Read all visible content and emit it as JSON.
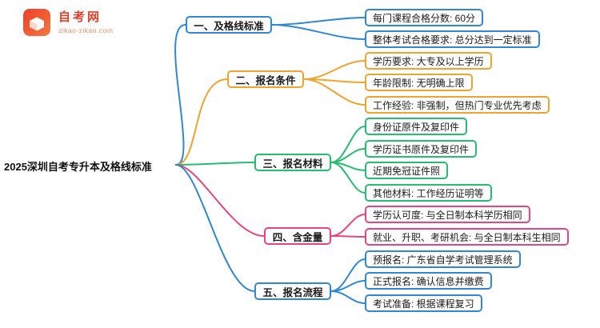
{
  "logo": {
    "title": "自考网",
    "domain": "zikao-zikao.com",
    "brand_color": "#e2402c"
  },
  "main_topic": "2025深圳自考专升本及格线标准",
  "branches": [
    {
      "label": "一、及格线标准",
      "color": "#3088d4",
      "children": [
        "每门课程合格分数: 60分",
        "整体考试合格要求: 总分达到一定标准"
      ]
    },
    {
      "label": "二、报名条件",
      "color": "#f0a32f",
      "children": [
        "学历要求: 大专及以上学历",
        "年龄限制: 无明确上限",
        "工作经验: 非强制，但热门专业优先考虑"
      ]
    },
    {
      "label": "三、报名材料",
      "color": "#27bd70",
      "children": [
        "身份证原件及复印件",
        "学历证书原件及复印件",
        "近期免冠证件照",
        "其他材料: 工作经历证明等"
      ]
    },
    {
      "label": "四、含金量",
      "color": "#e9457d",
      "children": [
        "学历认可度: 与全日制本科学历相同",
        "就业、升职、考研机会: 与全日制本科生相同"
      ]
    },
    {
      "label": "五、报名流程",
      "color": "#3088d4",
      "children": [
        "预报名: 广东省自学考试管理系统",
        "正式报名: 确认信息并缴费",
        "考试准备: 根据课程复习"
      ]
    }
  ]
}
